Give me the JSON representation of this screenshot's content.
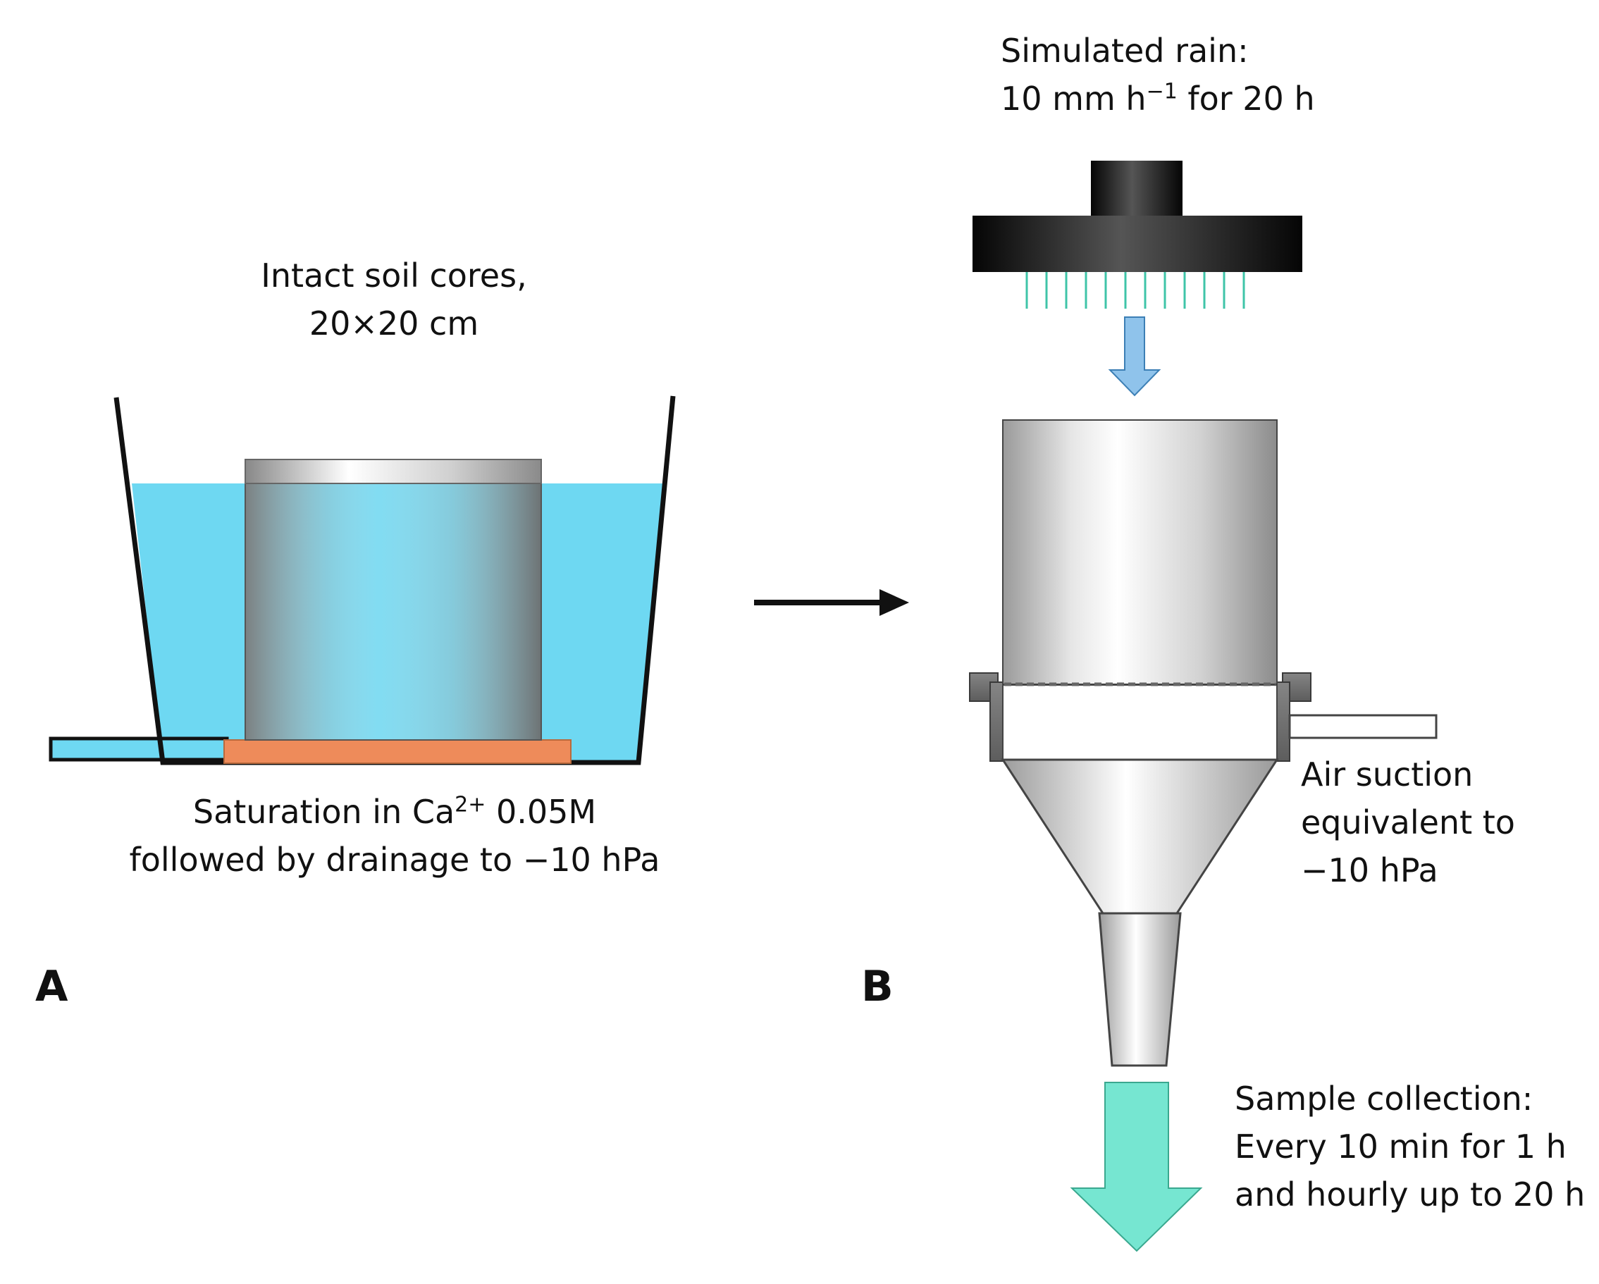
{
  "panel_a": {
    "letter": "A",
    "core_label": [
      "Intact soil cores,",
      "20×20 cm"
    ],
    "saturation_label": {
      "line1_prefix": "Saturation in Ca",
      "line1_sup": "2+",
      "line1_suffix": " 0.05M",
      "line2": "followed by drainage to −10 hPa"
    }
  },
  "panel_b": {
    "letter": "B",
    "rain_label": {
      "line1": "Simulated rain:",
      "line2_prefix": "10 mm h",
      "line2_sup": "−1",
      "line2_suffix": " for 20 h"
    },
    "suction_label": [
      "Air suction",
      "equivalent to",
      "−10 hPa"
    ],
    "collection_label": [
      "Sample collection:",
      "Every 10 min for 1 h",
      "and hourly up to 20 h"
    ]
  },
  "colors": {
    "water": "#6ed8f2",
    "plate": "#ee8b5a",
    "rain_arrow": "#8fc3eb",
    "sample_arrow": "#76e6d1",
    "drip": "#3fc4a8",
    "outline": "#111111"
  }
}
